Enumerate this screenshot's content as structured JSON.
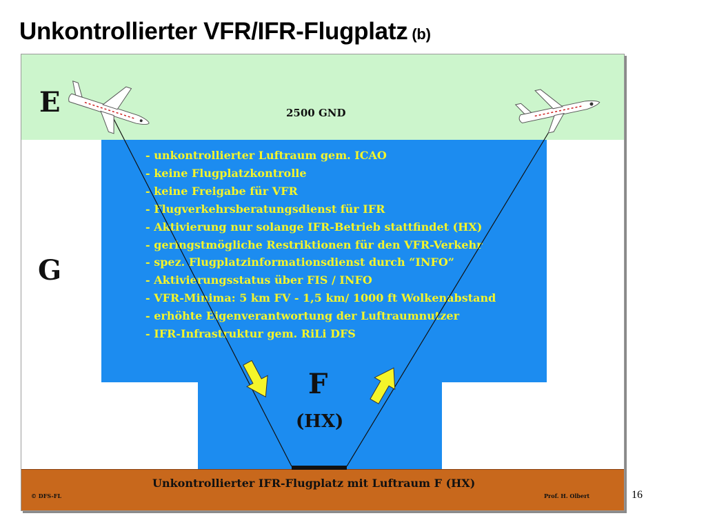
{
  "slide": {
    "title": "Unkontrollierter VFR/IFR-Flugplatz",
    "title_suffix": "(b)",
    "page_number": "16"
  },
  "airspace": {
    "class_e_label": "E",
    "class_g_label": "G",
    "class_f_label": "F",
    "class_f_sublabel": "(HX)",
    "e_lower_limit": "2500 GND",
    "colors": {
      "class_e": "#ccf5cc",
      "class_f": "#1c8cf0",
      "ground": "#c8681c",
      "text_highlight": "#f5f52a",
      "arrow": "#f5f52a"
    }
  },
  "info_items": [
    "- unkontrollierter Luftraum gem. ICAO",
    "- keine Flugplatzkontrolle",
    "- keine Freigabe für VFR",
    "- Flugverkehrsberatungsdienst für IFR",
    "- Aktivierung nur solange IFR-Betrieb stattfindet (HX)",
    "- geringstmögliche Restriktionen für den VFR-Verkehr",
    "- spez. Flugplatzinformationsdienst  durch “INFO”",
    "- Aktivierungsstatus  über FIS / INFO",
    "- VFR-Minima: 5 km FV - 1,5 km/ 1000 ft Wolkenabstand",
    "- erhöhte Eigenverantwortung der Luftraumnutzer",
    "- IFR-Infrastruktur gem. RiLi  DFS"
  ],
  "ground": {
    "caption": "Unkontrollierter IFR-Flugplatz mit Luftraum F (HX)",
    "credit_left": "© DFS-FL",
    "credit_right": "Prof. H. Olbert"
  },
  "icons": {
    "aircraft_left": "airplane-icon",
    "aircraft_right": "airplane-icon",
    "arrow_down": "arrow-down-icon",
    "arrow_up": "arrow-up-icon"
  }
}
